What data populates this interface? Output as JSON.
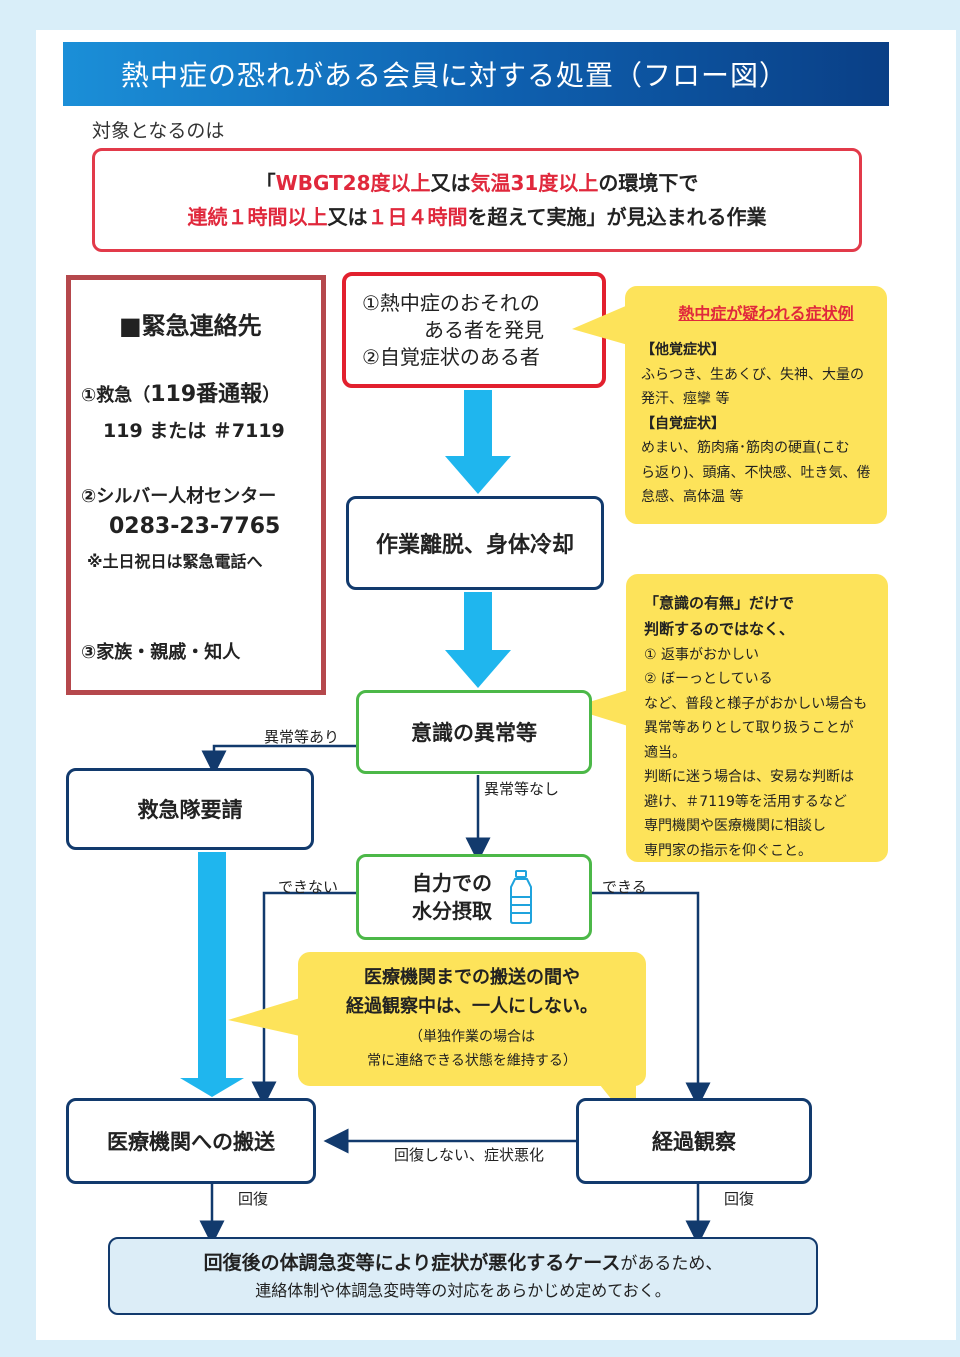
{
  "title": "熱中症の恐れがある会員に対する処置（フロー図）",
  "subject_label": "対象となるのは",
  "target": {
    "q_open": "「",
    "wbgt": "WBGT28度以上",
    "or1": "又は",
    "temp": "気温31度以上",
    "env": "の環境下で",
    "cont": "連続１時間以上",
    "or2": "又は",
    "day": "１日４時間",
    "tail": "を超えて実施」が見込まれる作業"
  },
  "contact": {
    "heading": "■緊急連絡先",
    "item1_label_a": "①救急（",
    "item1_label_b": "119番通報",
    "item1_label_c": "）",
    "item1_numbers": "119 または ＃7119",
    "item2_label": "②シルバー人材センター",
    "item2_phone": "0283-23-7765",
    "item2_note": "※土日祝日は緊急電話へ",
    "item3_label": "③家族・親戚・知人"
  },
  "flow": {
    "discover_line1": "①熱中症のおそれの",
    "discover_line2": "ある者を発見",
    "discover_line3": "②自覚症状のある者",
    "cooling": "作業離脱、身体冷却",
    "consciousness": "意識の異常等",
    "abnormal_yes": "異常等あり",
    "abnormal_no": "異常等なし",
    "ambulance": "救急隊要請",
    "hydration_line1": "自力での",
    "hydration_line2": "水分摂取",
    "cannot": "できない",
    "can": "できる",
    "transport": "医療機関への搬送",
    "observe": "経過観察",
    "not_recover": "回復しない、症状悪化",
    "recover_left": "回復",
    "recover_right": "回復"
  },
  "symptoms": {
    "title": "熱中症が疑われる症状例",
    "other_head": "【他覚症状】",
    "other_l1": "ふらつき、生あくび、失神、大量の",
    "other_l2": "発汗、痙攣 等",
    "self_head": "【自覚症状】",
    "self_l1": "めまい、筋肉痛･筋肉の硬直(こむ",
    "self_l2": "ら返り)、頭痛、不快感、吐き気、倦",
    "self_l3": "怠感、高体温 等"
  },
  "consciousness_note": {
    "l1": "「意識の有無」だけで",
    "l2": "判断するのではなく、",
    "l3": "① 返事がおかしい",
    "l4": "② ぼーっとしている",
    "l5": "など、普段と様子がおかしい場合も",
    "l6": "異常等ありとして取り扱うことが",
    "l7": "適当。",
    "l8": "判断に迷う場合は、安易な判断は",
    "l9": "避け、＃7119等を活用するなど",
    "l10": "専門機関や医療機関に相談し",
    "l11": "専門家の指示を仰ぐこと。"
  },
  "alone_note": {
    "l1": "医療機関までの搬送の間や",
    "l2": "経過観察中は、一人にしない。",
    "l3": "（単独作業の場合は",
    "l4": "常に連絡できる状態を維持する）"
  },
  "bottom": {
    "l1a": "回復後の体調急変等により症状が悪化するケース",
    "l1b": "があるため、",
    "l2": "連絡体制や体調急変時等の対応をあらかじめ定めておく。"
  },
  "colors": {
    "title_bar": "#0e5fae",
    "accent_red": "#e0283c",
    "navy": "#123a6d",
    "green": "#4cb848",
    "yellow": "#fde35a",
    "cyan_arrow": "#1fb6ee"
  }
}
